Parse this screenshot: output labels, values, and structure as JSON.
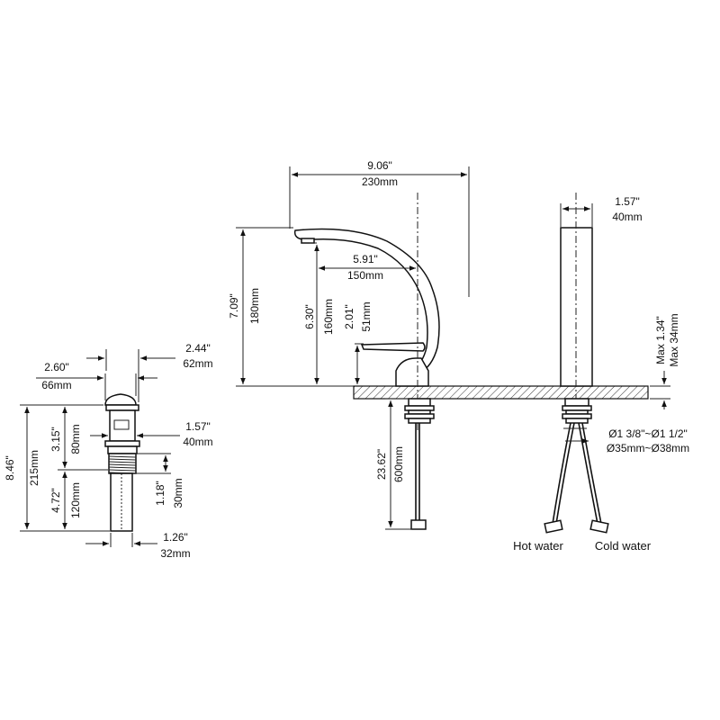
{
  "drain": {
    "overall_height_in": "8.46\"",
    "overall_height_mm": "215mm",
    "cap_dia_in": "2.60\"",
    "cap_dia_mm": "66mm",
    "flange_dia_in": "2.44\"",
    "flange_dia_mm": "62mm",
    "upper_height_in": "3.15\"",
    "upper_height_mm": "80mm",
    "body_dia_in": "1.57\"",
    "body_dia_mm": "40mm",
    "lower_height_in": "4.72\"",
    "lower_height_mm": "120mm",
    "thread_len_in": "1.18\"",
    "thread_len_mm": "30mm",
    "tail_dia_in": "1.26\"",
    "tail_dia_mm": "32mm"
  },
  "faucet": {
    "spout_reach_in": "9.06\"",
    "spout_reach_mm": "230mm",
    "total_height_in": "7.09\"",
    "total_height_mm": "180mm",
    "spout_height_in": "6.30\"",
    "spout_height_mm": "160mm",
    "spout_offset_in": "5.91\"",
    "spout_offset_mm": "150mm",
    "handle_height_in": "2.01\"",
    "handle_height_mm": "51mm",
    "hose_len_in": "23.62\"",
    "hose_len_mm": "600mm"
  },
  "side": {
    "body_dia_in": "1.57\"",
    "body_dia_mm": "40mm",
    "deck_max_in": "Max 1.34\"",
    "deck_max_mm": "Max 34mm",
    "hole_in": "Ø1 3/8\"~Ø1 1/2\"",
    "hole_mm": "Ø35mm~Ø38mm",
    "hot_label": "Hot water",
    "cold_label": "Cold water"
  }
}
